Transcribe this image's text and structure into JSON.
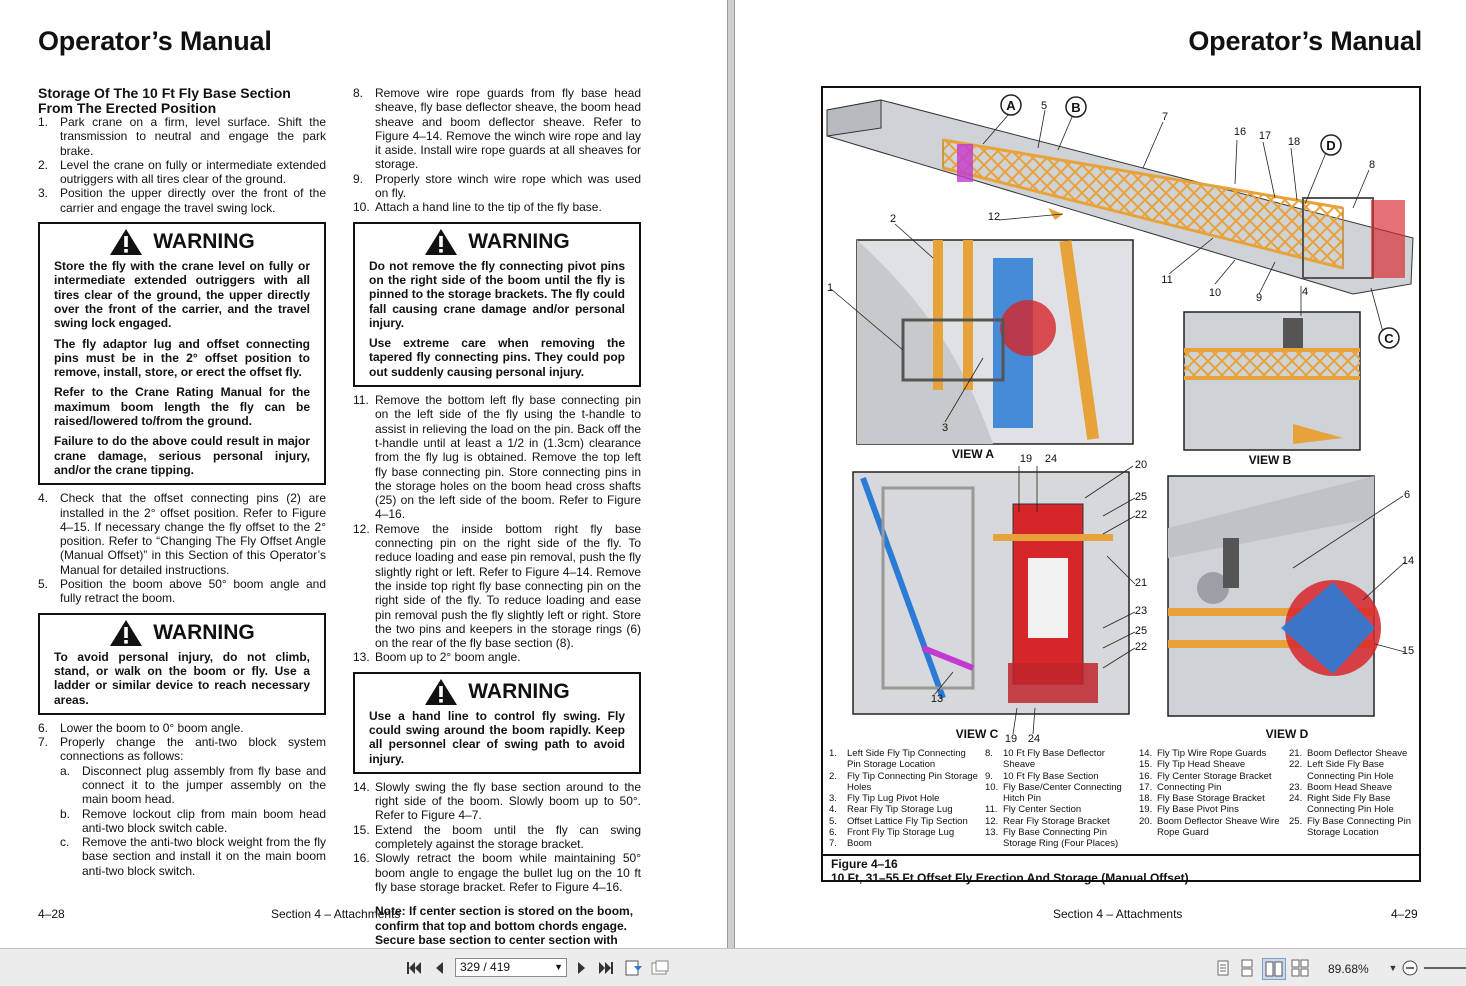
{
  "left_page": {
    "title": "Operator’s Manual",
    "section_title_line1": "Storage Of The 10 Ft Fly Base Section",
    "section_title_line2": "From The Erected Position",
    "steps_a": [
      {
        "n": "1.",
        "text": "Park crane on a firm, level surface. Shift the transmission to neutral and engage the park brake."
      },
      {
        "n": "2.",
        "text": "Level the crane on fully or intermediate extended outriggers with all tires clear of the ground."
      },
      {
        "n": "3.",
        "text": "Position the upper directly over the front of the carrier and engage the travel swing lock."
      }
    ],
    "warning1": {
      "label": "WARNING",
      "p1": "Store the fly with the crane level on fully or intermediate extended outriggers with all tires clear of the ground, the upper directly over the front of the carrier, and the travel swing lock engaged.",
      "p2": "The fly adaptor lug and offset connecting pins must be in the 2° offset position to remove, install, store, or erect the offset fly.",
      "p3": "Refer to the Crane Rating Manual for the maximum boom length the fly can be raised/lowered to/from the ground.",
      "p4": "Failure to do the above could result in major crane damage, serious personal injury, and/or the crane tipping."
    },
    "steps_b": [
      {
        "n": "4.",
        "text": "Check that the offset connecting pins (2) are installed in the 2° offset position. Refer to Figure 4–15. If necessary change the fly offset to the 2° position. Refer to “Changing The Fly Offset Angle (Manual Offset)” in this Section of this Operator’s Manual for detailed instructions."
      },
      {
        "n": "5.",
        "text": "Position the boom above 50° boom angle and fully retract the boom."
      }
    ],
    "warning2": {
      "label": "WARNING",
      "p1": "To avoid personal injury, do not climb, stand, or walk on the boom or fly. Use a ladder or similar device to reach necessary areas."
    },
    "steps_c": [
      {
        "n": "6.",
        "text": "Lower the boom to 0° boom angle."
      },
      {
        "n": "7.",
        "text": "Properly change the anti-two block system connections as follows:"
      }
    ],
    "substeps": [
      {
        "n": "a.",
        "text": "Disconnect plug assembly from fly base and connect it to the jumper assembly on the main boom head."
      },
      {
        "n": "b.",
        "text": "Remove lockout clip from main boom head anti-two block switch cable."
      },
      {
        "n": "c.",
        "text": "Remove the anti-two block weight from the fly base section and install it on the main boom anti-two block switch."
      }
    ],
    "steps_d": [
      {
        "n": "8.",
        "text": "Remove wire rope guards from fly base head sheave, fly base deflector sheave, the boom head sheave and boom deflector sheave. Refer to Figure 4–14. Remove the winch wire rope and lay it aside. Install wire rope guards at all sheaves for storage."
      },
      {
        "n": "9.",
        "text": "Properly store winch wire rope which was used on fly."
      },
      {
        "n": "10.",
        "text": "Attach a hand line to the tip of the fly base."
      }
    ],
    "warning3": {
      "label": "WARNING",
      "p1": "Do not remove the fly connecting pivot pins on the right side of the boom until the fly is pinned to the storage brackets. The fly could fall causing crane damage and/or personal injury.",
      "p2": "Use extreme care when removing the tapered fly connecting pins. They could pop out suddenly causing personal injury."
    },
    "steps_e": [
      {
        "n": "11.",
        "text": "Remove the bottom left fly base connecting pin on the left side of the fly using the t-handle to assist in relieving the load on the pin. Back off the t-handle until at least a 1/2 in (1.3cm) clearance from the fly lug is obtained. Remove the top left fly base connecting pin. Store connecting pins in the storage holes on the boom head cross shafts (25) on the left side of the boom. Refer to Figure 4–16."
      },
      {
        "n": "12.",
        "text": "Remove the inside bottom right fly base connecting pin on the right side of the fly. To reduce loading and ease pin removal, push the fly slightly right or left. Refer to Figure 4–14. Remove the inside top right fly base connecting pin on the right side of the fly. To reduce loading and ease pin removal push the fly slightly left or right. Store the two pins and keepers in the storage rings (6) on the rear of the fly base section (8)."
      },
      {
        "n": "13.",
        "text": "Boom up to 2° boom angle."
      }
    ],
    "warning4": {
      "label": "WARNING",
      "p1": "Use a hand line to control fly swing. Fly could swing around the boom rapidly. Keep all personnel clear of swing path to avoid injury."
    },
    "steps_f": [
      {
        "n": "14.",
        "text": "Slowly swing the fly base section around to the right side of the boom. Slowly boom up to 50°. Refer to Figure 4–7."
      },
      {
        "n": "15.",
        "text": "Extend the boom until the fly can swing completely against the storage bracket."
      },
      {
        "n": "16.",
        "text": "Slowly retract the boom while maintaining 50° boom angle to engage the bullet lug on the 10 ft fly base storage bracket. Refer to Figure 4–16."
      }
    ],
    "note": "Note: If center section is stored on the boom, confirm that top and bottom chords engage. Secure base section to center section with four connecting pins.",
    "footer_page": "4–28",
    "footer_section": "Section 4 – Attachments"
  },
  "right_page": {
    "title": "Operator’s Manual",
    "figure": {
      "view_labels": [
        "VIEW A",
        "VIEW B",
        "VIEW C",
        "VIEW D"
      ],
      "callout_letters": [
        "A",
        "B",
        "C",
        "D"
      ],
      "callout_numbers": {
        "main": [
          "5",
          "7",
          "16",
          "17",
          "18",
          "8",
          "2",
          "12",
          "11",
          "10",
          "9",
          "4",
          "1",
          "3"
        ],
        "viewc": [
          "19",
          "24",
          "20",
          "25",
          "22",
          "21",
          "23",
          "25",
          "22",
          "13",
          "19",
          "24"
        ],
        "viewd": [
          "6",
          "14",
          "15"
        ]
      },
      "legend": [
        [
          {
            "n": "1.",
            "text": "Left Side Fly Tip Connecting Pin Storage Location"
          },
          {
            "n": "2.",
            "text": "Fly Tip Connecting Pin Storage Holes"
          },
          {
            "n": "3.",
            "text": "Fly Tip Lug Pivot Hole"
          },
          {
            "n": "4.",
            "text": "Rear Fly Tip Storage Lug"
          },
          {
            "n": "5.",
            "text": "Offset Lattice Fly Tip Section"
          },
          {
            "n": "6.",
            "text": "Front Fly Tip Storage Lug"
          },
          {
            "n": "7.",
            "text": "Boom"
          }
        ],
        [
          {
            "n": "8.",
            "text": "10 Ft Fly Base Deflector Sheave"
          },
          {
            "n": "9.",
            "text": "10 Ft Fly Base Section"
          },
          {
            "n": "10.",
            "text": "Fly Base/Center Connecting Hitch Pin"
          },
          {
            "n": "11.",
            "text": "Fly Center Section"
          },
          {
            "n": "12.",
            "text": "Rear Fly Storage Bracket"
          },
          {
            "n": "13.",
            "text": "Fly Base Connecting Pin Storage Ring (Four Places)"
          }
        ],
        [
          {
            "n": "14.",
            "text": "Fly Tip Wire Rope Guards"
          },
          {
            "n": "15.",
            "text": "Fly Tip Head Sheave"
          },
          {
            "n": "16.",
            "text": "Fly Center Storage Bracket"
          },
          {
            "n": "17.",
            "text": "Connecting Pin"
          },
          {
            "n": "18.",
            "text": "Fly Base Storage Bracket"
          },
          {
            "n": "19.",
            "text": "Fly Base Pivot Pins"
          },
          {
            "n": "20.",
            "text": "Boom Deflector Sheave Wire Rope Guard"
          }
        ],
        [
          {
            "n": "21.",
            "text": "Boom Deflector Sheave"
          },
          {
            "n": "22.",
            "text": "Left Side Fly Base Connecting Pin Hole"
          },
          {
            "n": "23.",
            "text": "Boom Head Sheave"
          },
          {
            "n": "24.",
            "text": "Right Side Fly Base Connecting Pin Hole"
          },
          {
            "n": "25.",
            "text": "Fly Base Connecting Pin Storage Location"
          }
        ]
      ],
      "caption_title": "Figure 4–16",
      "caption_sub": "10 Ft, 31–55 Ft Offset Fly Erection And Storage (Manual Offset)"
    },
    "footer_section": "Section 4 – Attachments",
    "footer_page": "4–29"
  },
  "toolbar": {
    "page_field": "329 / 419",
    "zoom": "89.68%",
    "icons": [
      "first-page-icon",
      "prev-page-icon",
      "next-page-icon",
      "last-page-icon",
      "fit-page-icon",
      "fit-width-icon",
      "single-page-icon",
      "continuous-icon",
      "two-page-icon",
      "two-page-continuous-icon",
      "zoom-out-icon",
      "zoom-slider-icon"
    ]
  },
  "colors": {
    "boom_gray": "#cfd2d6",
    "lattice_orange": "#e8a23a",
    "sheave_red": "#d7262a",
    "sheave_blue": "#2b7bd6",
    "accent_magenta": "#c23ad1"
  }
}
